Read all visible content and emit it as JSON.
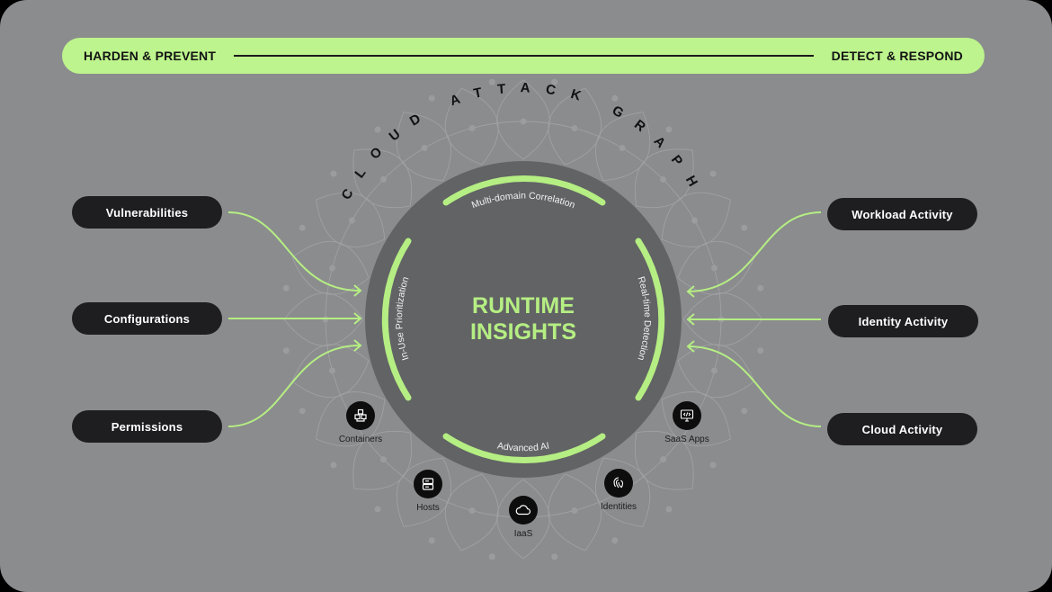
{
  "banner": {
    "left_label": "HARDEN & PREVENT",
    "right_label": "DETECT & RESPOND",
    "color": "#bdf48d"
  },
  "ring_title": "CLOUD ATTACK GRAPH",
  "center": {
    "line1": "RUNTIME",
    "line2": "INSIGHTS",
    "color": "#b5ee83"
  },
  "arcs": {
    "top": "Multi-domain Correlation",
    "left": "In-Use Prioritization",
    "right": "Real-time Detection",
    "bottom": "Advanced AI"
  },
  "left_inputs": [
    {
      "label": "Vulnerabilities"
    },
    {
      "label": "Configurations"
    },
    {
      "label": "Permissions"
    }
  ],
  "right_inputs": [
    {
      "label": "Workload Activity"
    },
    {
      "label": "Identity Activity"
    },
    {
      "label": "Cloud Activity"
    }
  ],
  "sources": [
    {
      "label": "Containers",
      "icon": "containers-icon"
    },
    {
      "label": "Hosts",
      "icon": "server-icon"
    },
    {
      "label": "IaaS",
      "icon": "cloud-icon"
    },
    {
      "label": "Identities",
      "icon": "fingerprint-icon"
    },
    {
      "label": "SaaS Apps",
      "icon": "monitor-code-icon"
    }
  ],
  "colors": {
    "background": "#8b8c8e",
    "circle": "#626365",
    "accent": "#b5ee83",
    "pill": "#1e1e21"
  }
}
